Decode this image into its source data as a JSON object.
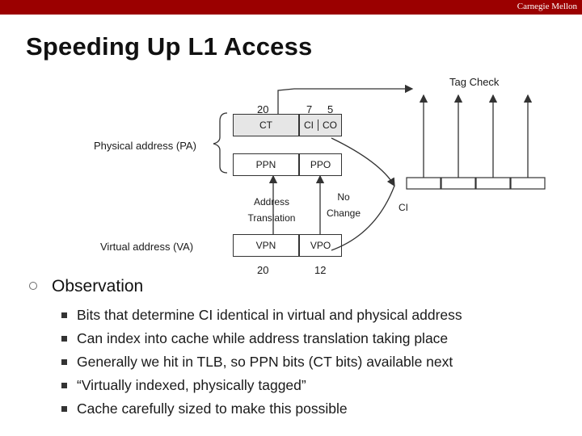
{
  "header": {
    "org": "Carnegie Mellon"
  },
  "slide": {
    "title": "Speeding Up L1 Access"
  },
  "diagram": {
    "tag_check": "Tag Check",
    "pa_label": "Physical address (PA)",
    "va_label": "Virtual address (VA)",
    "pa_top": {
      "ct_bits": "20",
      "ci_bits": "7",
      "co_bits": "5",
      "ct": "CT",
      "ci": "CI",
      "co": "CO"
    },
    "ppn": "PPN",
    "ppo": "PPO",
    "address_translation": "Address\nTranslation",
    "no_change": "No\nChange",
    "ci_label": "CI",
    "vpn": "VPN",
    "vpo": "VPO",
    "vpn_bits": "20",
    "vpo_bits": "12"
  },
  "observation": {
    "title": "Observation",
    "bullets": [
      "Bits that determine CI identical in virtual and physical address",
      "Can index into cache while address translation taking place",
      "Generally we hit in TLB, so PPN bits (CT bits) available next",
      "“Virtually indexed, physically tagged”",
      "Cache carefully sized to make this possible"
    ]
  }
}
